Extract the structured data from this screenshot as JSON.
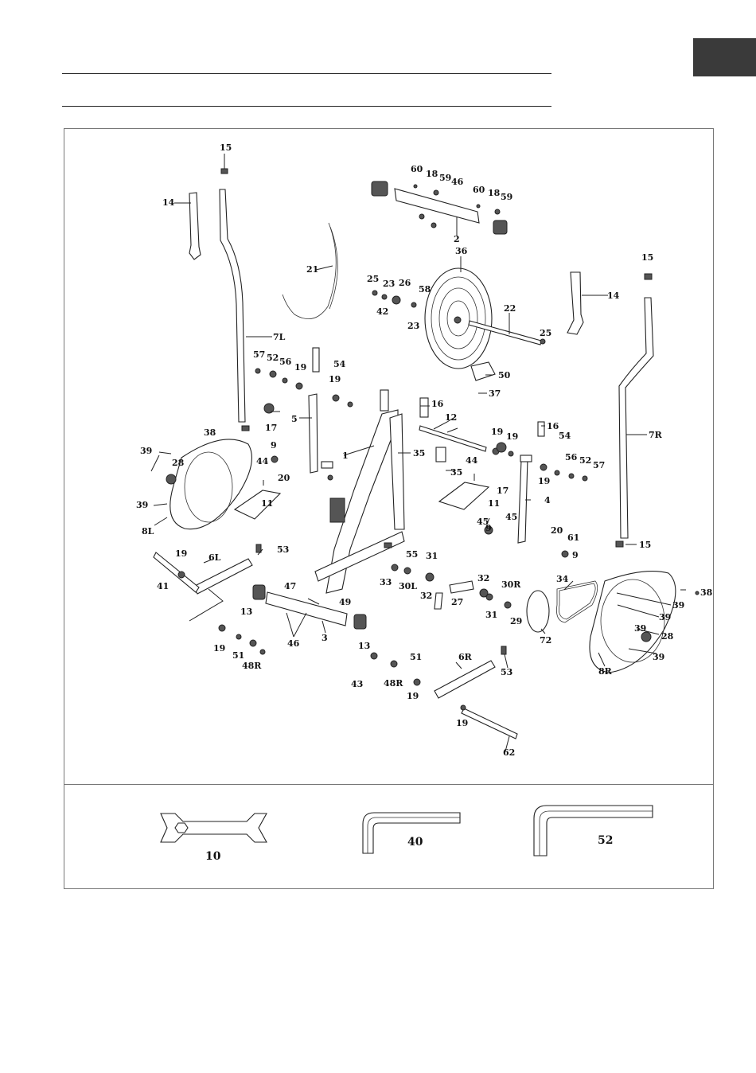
{
  "page": {
    "header_rules": 2
  },
  "diagram": {
    "part_labels": [
      "15",
      "14",
      "7L",
      "21",
      "60",
      "18",
      "59",
      "46",
      "60",
      "18",
      "59",
      "2",
      "36",
      "25",
      "23",
      "26",
      "42",
      "58",
      "23",
      "22",
      "25",
      "14",
      "15",
      "57",
      "52",
      "56",
      "19",
      "54",
      "19",
      "16",
      "12",
      "16",
      "19",
      "19",
      "54",
      "50",
      "37",
      "7R",
      "5",
      "17",
      "38",
      "39",
      "28",
      "9",
      "1",
      "35",
      "39",
      "8L",
      "20",
      "44",
      "11",
      "44",
      "35",
      "11",
      "45",
      "17",
      "4",
      "45",
      "9",
      "20",
      "56",
      "52",
      "57",
      "19",
      "61",
      "9",
      "15",
      "19",
      "6L",
      "53",
      "55",
      "31",
      "33",
      "30L",
      "32",
      "27",
      "32",
      "30R",
      "34",
      "41",
      "47",
      "49",
      "13",
      "46",
      "3",
      "13",
      "19",
      "51",
      "48R",
      "31",
      "29",
      "72",
      "38",
      "39",
      "39",
      "39",
      "28",
      "39",
      "8R",
      "43",
      "48R",
      "51",
      "6R",
      "53",
      "19",
      "19",
      "62"
    ]
  },
  "tools": [
    {
      "label": "10",
      "icon": "wrench-icon"
    },
    {
      "label": "40",
      "icon": "allen-key-icon"
    },
    {
      "label": "52",
      "icon": "allen-key-icon"
    }
  ]
}
